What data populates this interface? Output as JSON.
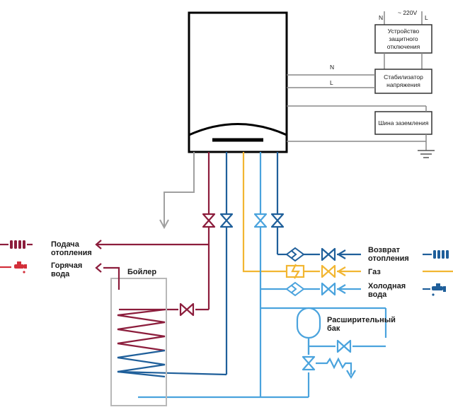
{
  "power": {
    "voltage": "~ 220V",
    "n_label": "N",
    "l_label": "L",
    "rcd": [
      "Устройство",
      "защитного",
      "отключения"
    ],
    "stabilizer": [
      "Стабилизатор",
      "напряжения"
    ],
    "ground": "Шина заземления"
  },
  "labels": {
    "heating_supply": [
      "Подача",
      "отопления"
    ],
    "hot_water": [
      "Горячая",
      "вода"
    ],
    "boiler_tank": "Бойлер",
    "heating_return": [
      "Возврат",
      "отопления"
    ],
    "gas": "Газ",
    "cold_water": [
      "Холодная",
      "вода"
    ],
    "expansion_tank": [
      "Расширительный",
      "бак"
    ]
  },
  "colors": {
    "heating": "#8c1d3c",
    "hot_water": "#d32f3a",
    "return_cold": "#1f5f9a",
    "light_blue": "#4aa3dd",
    "gas": "#f2b632",
    "black": "#000000",
    "gray": "#a0a0a0"
  },
  "icons": {
    "radiator": "radiator-icon",
    "faucet": "faucet-icon",
    "valve": "valve-icon",
    "filter": "filter-icon",
    "ground": "ground-icon"
  }
}
